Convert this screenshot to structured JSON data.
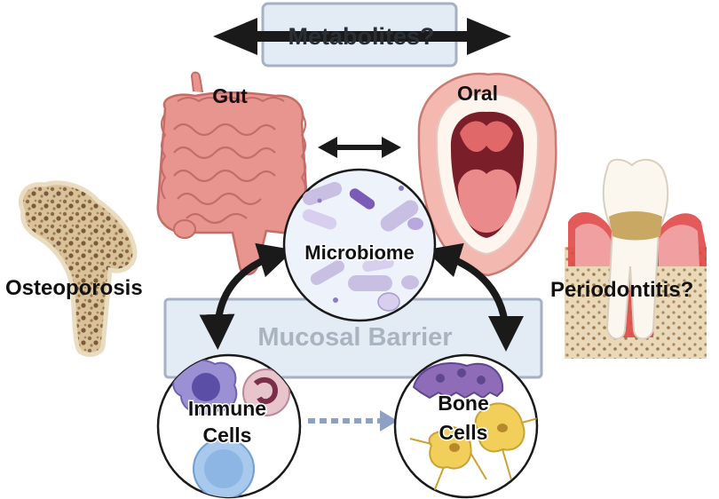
{
  "labels": {
    "metabolites": "Metabolites?",
    "gut": "Gut",
    "oral": "Oral",
    "microbiome": "Microbiome",
    "mucosal_barrier": "Mucosal Barrier",
    "immune_line1": "Immune",
    "immune_line2": "Cells",
    "bone_line1": "Bone",
    "bone_line2": "Cells",
    "osteoporosis": "Osteoporosis",
    "periodontitis": "Periodontitis?"
  },
  "colors": {
    "arrow": "#1a1a1a",
    "dashed_arrow": "#8ea0c4",
    "box_fill": "#e3ebf4",
    "box_stroke": "#a6b2c2",
    "barrier_text": "#a9b4c1",
    "intestine": "#e8958f",
    "bone_fill": "#e6d4b2",
    "gum": "#e04848"
  },
  "icons": [
    "femur-bone-icon",
    "intestine-icon",
    "open-mouth-icon",
    "tooth-icon",
    "bacteria-icon",
    "immune-cell-icon",
    "bone-cell-icon"
  ]
}
